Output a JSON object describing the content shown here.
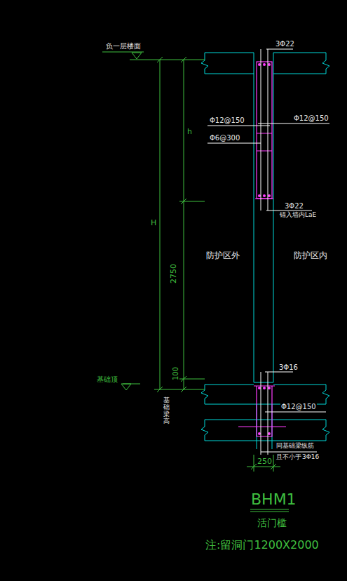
{
  "diagram": {
    "title": "BHM1",
    "labels": [
      "负一层楼面",
      "3Φ22",
      "Φ12@150",
      "Φ12@150",
      "Φ6@300",
      "h",
      "H",
      "3Φ22",
      "锚入墙内LaE",
      "防护区外",
      "防护区内",
      "2750",
      "100",
      "基础顶",
      "基础梁高",
      "3Φ16",
      "Φ12@150",
      "同基础梁纵筋",
      "且不小于",
      "3Φ16",
      "250",
      "活门槛",
      "注:留洞门1200X2000"
    ]
  }
}
